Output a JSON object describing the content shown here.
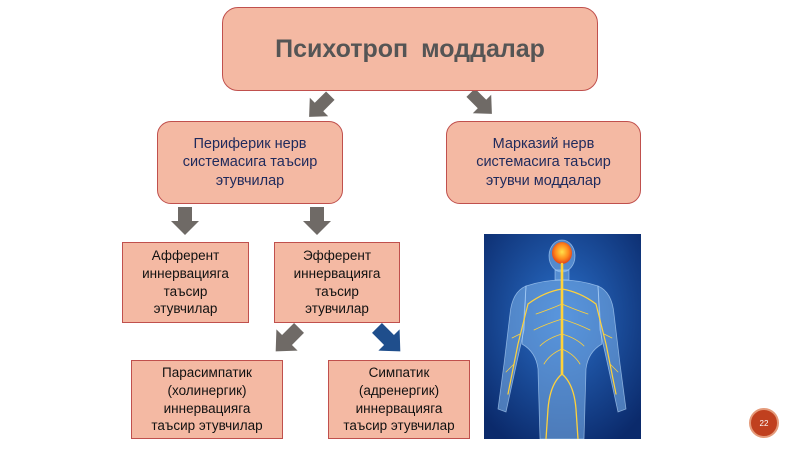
{
  "title": "Психотроп  моддалар",
  "nodes": {
    "peripheral": "Периферик нерв\nсистемасига таъсир\nэтувчилар",
    "central": "Марказий нерв\nсистемасига таъсир\nэтувчи моддалар",
    "afferent": "Афферент\nиннервацияга\nтаъсир\nэтувчилар",
    "efferent": "Эфферент\nиннервацияга\nтаъсир\nэтувчилар",
    "parasympathetic": "Парасимпатик\n(холинергик)\nиннервацияга\nтаъсир этувчилар",
    "sympathetic": "Симпатик\n(адренергик)\nиннервацияга\nтаъсир этувчилар"
  },
  "colors": {
    "box_fill": "#f4b9a3",
    "box_border": "#c0504d",
    "arrow_gray": "#6f6a66",
    "arrow_blue": "#1f4e8c",
    "badge": "#c0401f"
  },
  "image": {
    "icon": "human-nervous-system-illustration"
  },
  "page_number": "22"
}
